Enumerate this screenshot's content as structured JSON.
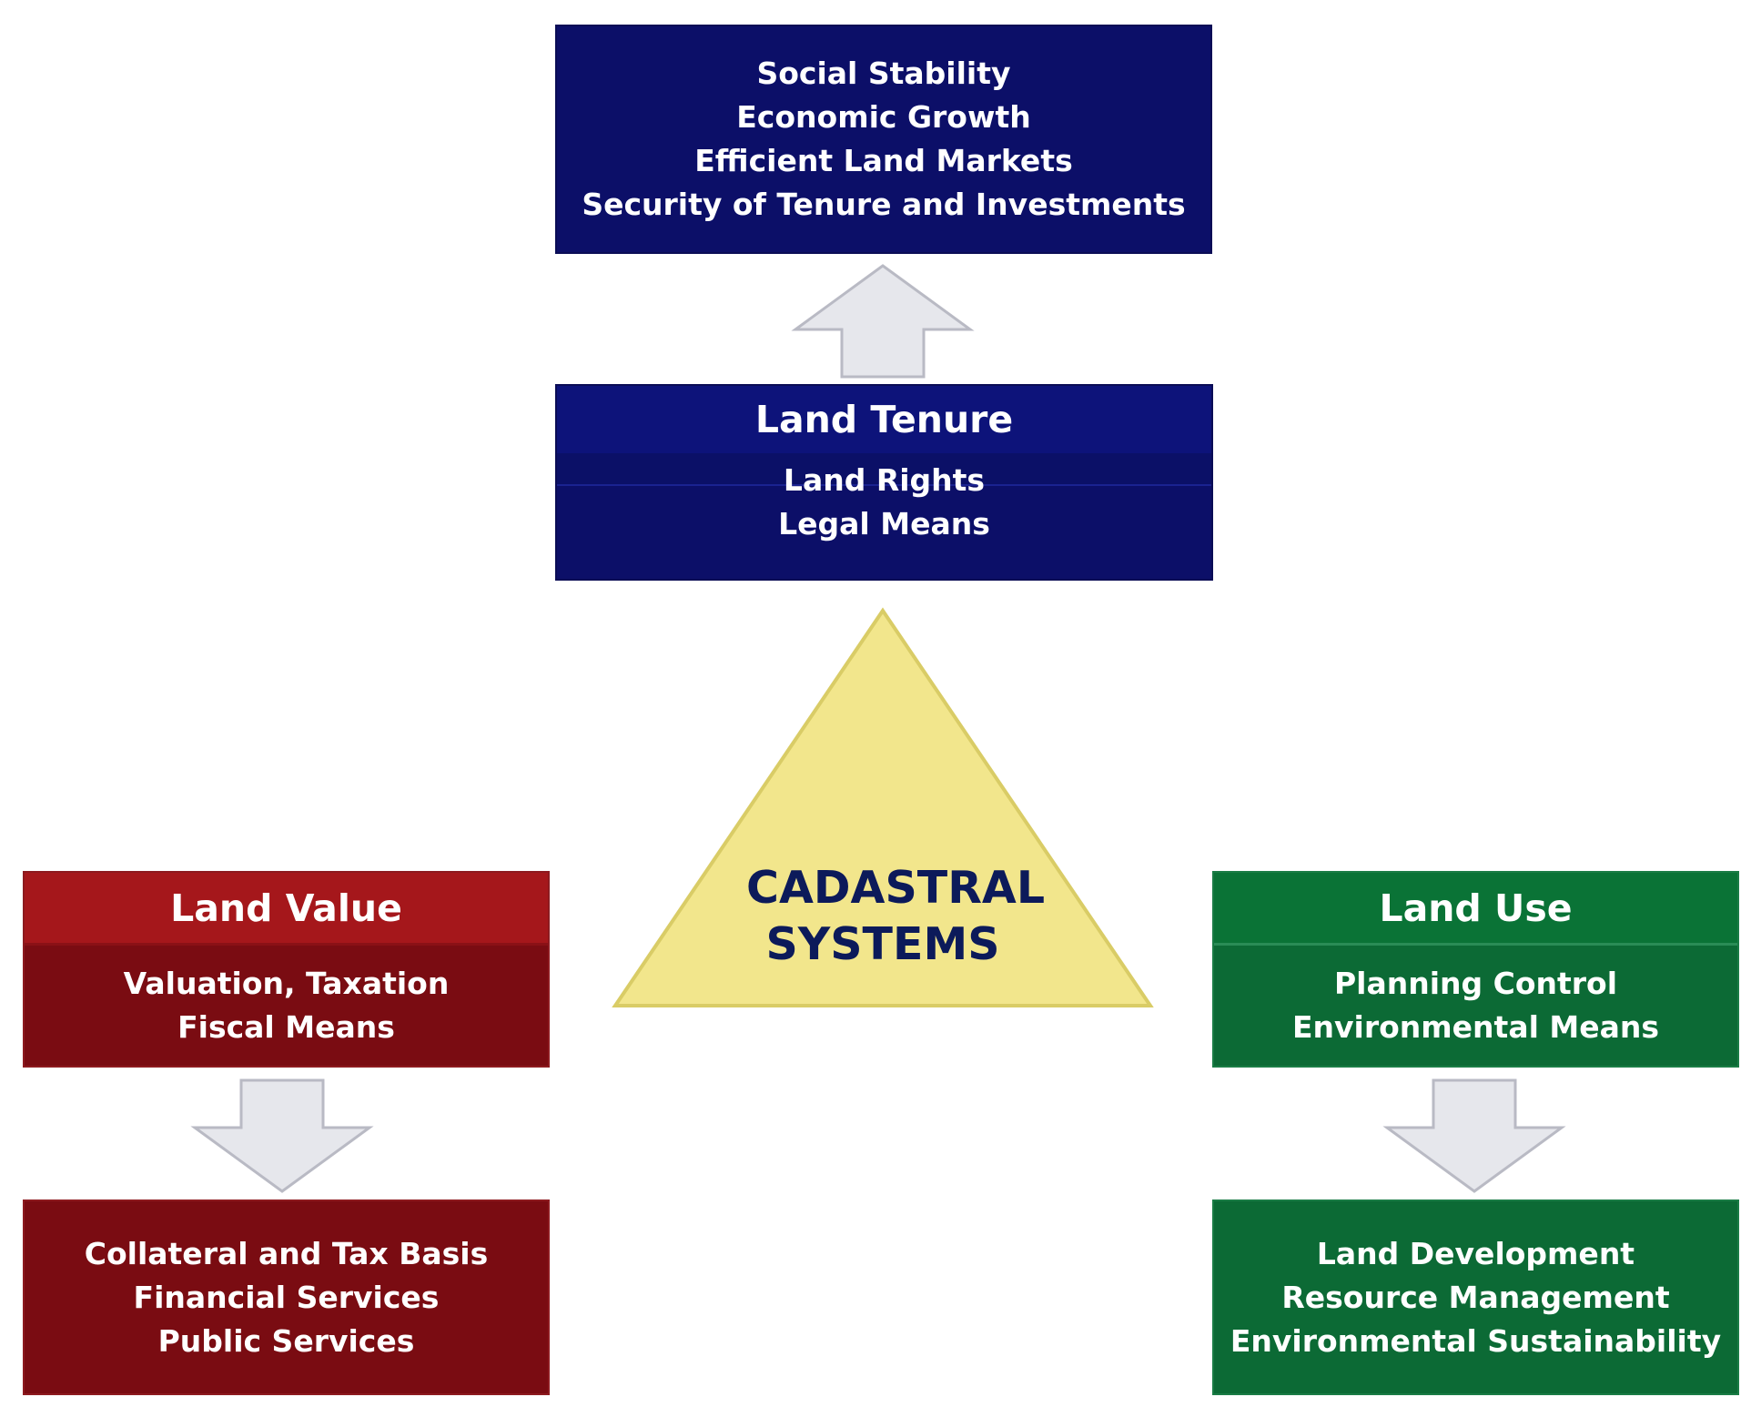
{
  "outcomes": {
    "lines": [
      "Social Stability",
      "Economic Growth",
      "Efficient Land Markets",
      "Security of Tenure and Investments"
    ]
  },
  "land_tenure": {
    "title": "Land Tenure",
    "lines": [
      "Land Rights",
      "Legal Means"
    ]
  },
  "land_value": {
    "title": "Land Value",
    "lines": [
      "Valuation, Taxation",
      "Fiscal Means"
    ],
    "outcomes": [
      "Collateral and Tax Basis",
      "Financial Services",
      "Public Services"
    ]
  },
  "land_use": {
    "title": "Land Use",
    "lines": [
      "Planning Control",
      "Environmental Means"
    ],
    "outcomes": [
      "Land Development",
      "Resource Management",
      "Environmental Sustainability"
    ]
  },
  "center": {
    "lines": [
      "CADASTRAL",
      "SYSTEMS"
    ]
  },
  "colors": {
    "navy": "#0c0f68",
    "red": "#7a0c12",
    "green": "#0c6a35",
    "triangle": "#f2e68c",
    "arrow": "#e6e7ec"
  }
}
